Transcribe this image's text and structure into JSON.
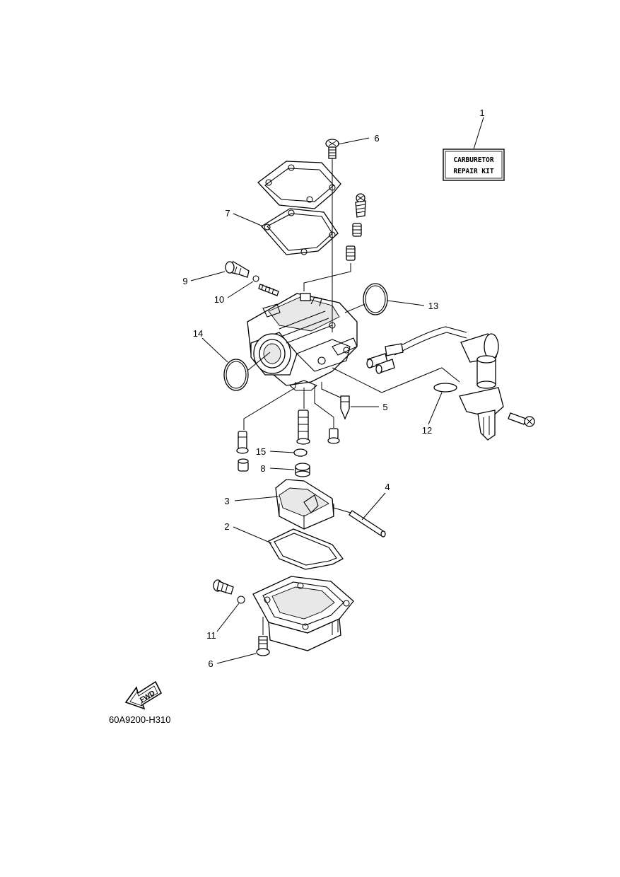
{
  "diagram": {
    "code": "60A9200-H310",
    "fwd_label": "FWD",
    "repair_kit": {
      "line1": "CARBURETOR",
      "line2": "REPAIR KIT"
    },
    "callouts": {
      "c1": "1",
      "c2": "2",
      "c3": "3",
      "c4": "4",
      "c5": "5",
      "c6a": "6",
      "c6b": "6",
      "c7": "7",
      "c8": "8",
      "c9": "9",
      "c10": "10",
      "c11": "11",
      "c12": "12",
      "c13": "13",
      "c14": "14",
      "c15": "15"
    }
  }
}
